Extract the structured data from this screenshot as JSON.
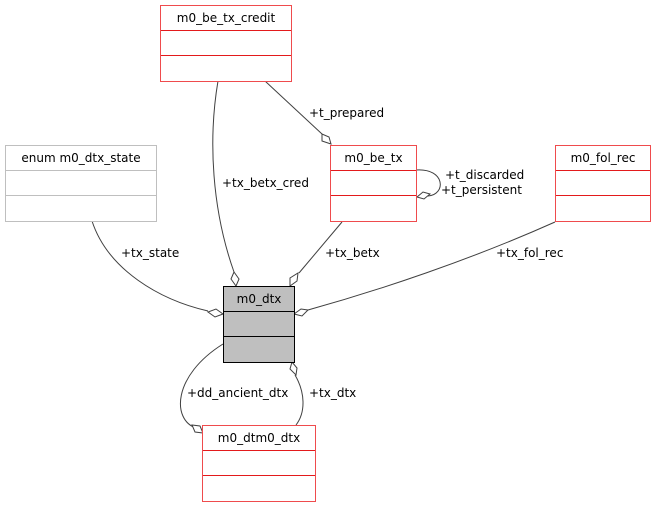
{
  "diagram": {
    "type": "collaboration-graph",
    "nodes": {
      "be_tx_credit": {
        "label": "m0_be_tx_credit",
        "style": "red"
      },
      "dtx_state": {
        "label": "enum m0_dtx_state",
        "style": "gray"
      },
      "be_tx": {
        "label": "m0_be_tx",
        "style": "red"
      },
      "fol_rec": {
        "label": "m0_fol_rec",
        "style": "red"
      },
      "dtx": {
        "label": "m0_dtx",
        "style": "focus"
      },
      "dtm0_dtx": {
        "label": "m0_dtm0_dtx",
        "style": "red"
      }
    },
    "edges": {
      "t_prepared": {
        "label": "+t_prepared",
        "from": "m0_be_tx_credit",
        "to": "m0_be_tx"
      },
      "t_discarded_persistent": {
        "label1": "+t_discarded",
        "label2": "+t_persistent",
        "from": "m0_be_tx",
        "to": "m0_be_tx"
      },
      "tx_betx_cred": {
        "label": "+tx_betx_cred",
        "from": "m0_be_tx_credit",
        "to": "m0_dtx"
      },
      "tx_state": {
        "label": "+tx_state",
        "from": "enum m0_dtx_state",
        "to": "m0_dtx"
      },
      "tx_betx": {
        "label": "+tx_betx",
        "from": "m0_be_tx",
        "to": "m0_dtx"
      },
      "tx_fol_rec": {
        "label": "+tx_fol_rec",
        "from": "m0_fol_rec",
        "to": "m0_dtx"
      },
      "dd_ancient_dtx": {
        "label": "+dd_ancient_dtx",
        "from": "m0_dtx",
        "to": "m0_dtm0_dtx"
      },
      "tx_dtx": {
        "label": "+tx_dtx",
        "from": "m0_dtm0_dtx",
        "to": "m0_dtx"
      }
    },
    "colors": {
      "red_border": "#e31a1c",
      "gray_border": "#bfbfbf",
      "focus_fill": "#bfbfbf",
      "edge": "#404040"
    }
  }
}
